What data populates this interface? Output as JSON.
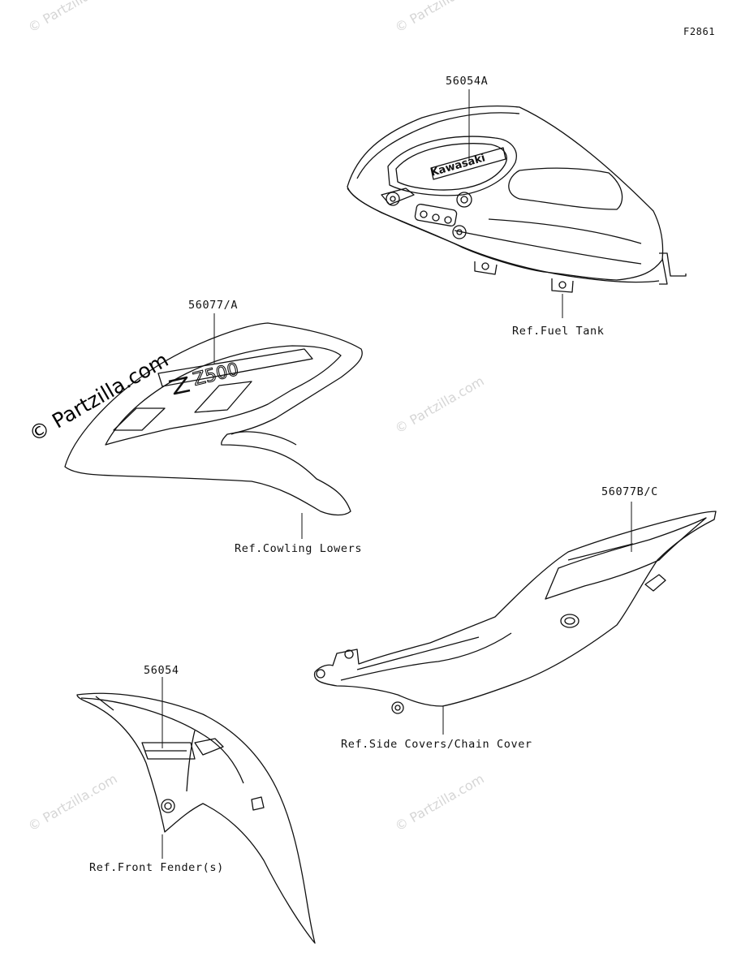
{
  "figure_code": "F2861",
  "watermark": "© Partzilla.com",
  "parts": {
    "tank_decal": "56054A",
    "cowl_decal": "56077/A",
    "side_decal": "56077B/C",
    "fender_decal": "56054"
  },
  "refs": {
    "fuel_tank": "Ref.Fuel Tank",
    "cowling_lowers": "Ref.Cowling Lowers",
    "side_covers": "Ref.Side Covers/Chain Cover",
    "front_fender": "Ref.Front Fender(s)"
  },
  "decal_text": {
    "brand": "Kawasaki",
    "model": "Z500"
  }
}
